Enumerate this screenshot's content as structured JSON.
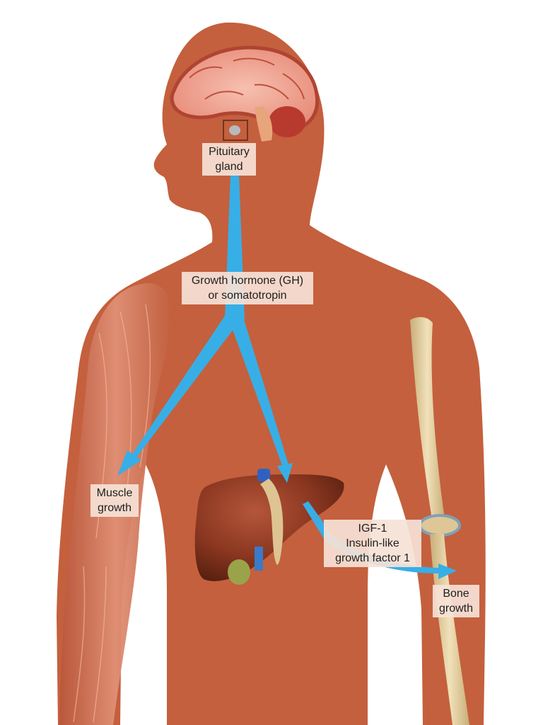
{
  "labels": {
    "pituitary": [
      "Pituitary",
      "gland"
    ],
    "gh": [
      "Growth hormone (GH)",
      "or somatotropin"
    ],
    "muscle": [
      "Muscle",
      "growth"
    ],
    "igf": [
      "IGF-1",
      "Insulin-like",
      "growth factor 1"
    ],
    "bone": [
      "Bone",
      "growth"
    ]
  },
  "colors": {
    "background": "#ffffff",
    "body": "#c4603d",
    "arrow": "#38aee6",
    "label_bg": "#f6e2d6",
    "liver": "#8e3b23",
    "bone": "#e2cc9c",
    "brain": "#f2a593",
    "muscle": "#d27a60"
  }
}
